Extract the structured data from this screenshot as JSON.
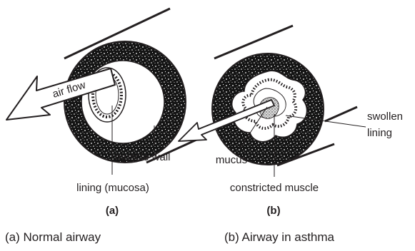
{
  "diagram": {
    "panel_a": {
      "arrow_label": "air flow",
      "muscle_label": "muscle wall",
      "lining_label": "lining (mucosa)",
      "tag": "(a)",
      "caption": "(a) Normal airway"
    },
    "panel_b": {
      "swollen_label_1": "swollen",
      "swollen_label_2": "lining",
      "mucus_label": "mucus",
      "muscle_label": "constricted muscle",
      "tag": "(b)",
      "caption": "(b) Airway in asthma"
    },
    "colors": {
      "ink": "#231f20",
      "muscle": "#1a1a1a",
      "mucus": "#9a9a9a",
      "background": "#ffffff"
    }
  }
}
